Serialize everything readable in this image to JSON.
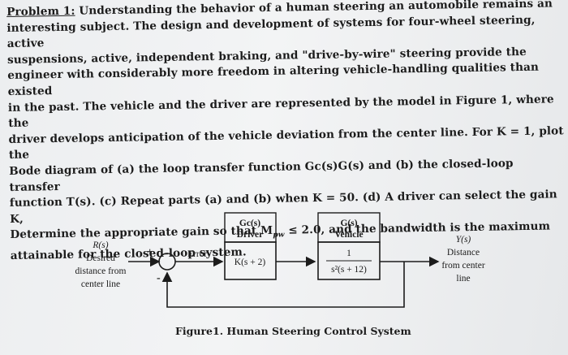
{
  "problem": {
    "label": "Problem 1:",
    "line1_rest": "Understanding the behavior of a human steering an automobile remains an",
    "line2": "interesting subject. The design and development of systems for four-wheel steering, active",
    "line3": "suspensions, active, independent braking, and \"drive-by-wire\" steering provide the",
    "line4": "engineer with considerably more freedom in altering vehicle-handling qualities than existed",
    "line5": "in the past. The vehicle and the driver are represented by the model in Figure 1, where the",
    "line6": "driver develops anticipation of the vehicle deviation from the center line. For K = 1, plot the",
    "line7": "Bode diagram of (a) the loop transfer function Gc(s)G(s) and (b) the closed-loop transfer",
    "line8": "function T(s). (c) Repeat parts (a) and (b) when K = 50. (d) A driver can select the gain K,",
    "line9_pre": "Determine the appropriate gain so that M",
    "line9_sub": "pw",
    "line9_post": " ≤ 2.0, and the bandwidth is the maximum",
    "line10": "attainable for the closed-loop system."
  },
  "diagram": {
    "input_signal": "R(s)",
    "input_desc": [
      "Desired",
      "distance from",
      "center line"
    ],
    "plus_sign": "+",
    "minus_sign": "-",
    "error_label": "Error",
    "controller_title": "Gc(s)",
    "controller_sub": "Driver",
    "controller_tf": "K(s + 2)",
    "plant_title": "G(s)",
    "plant_sub": "Vehicle",
    "plant_num": "1",
    "plant_den": "s²(s + 12)",
    "output_signal": "Y(s)",
    "output_desc": [
      "Distance",
      "from center",
      "line"
    ]
  },
  "caption": "Figure1. Human Steering Control System"
}
